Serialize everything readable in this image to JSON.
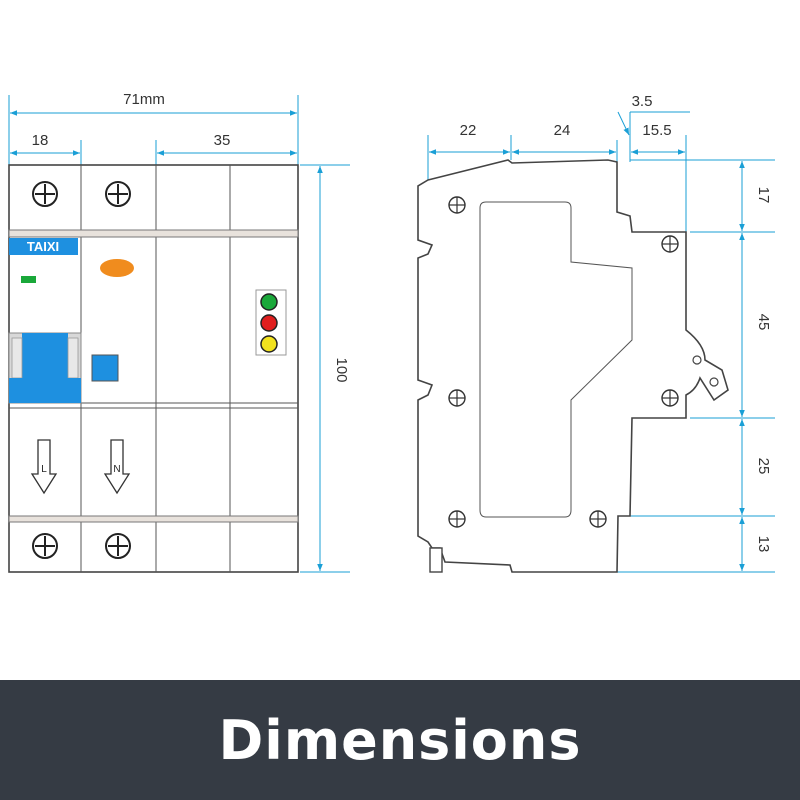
{
  "banner": {
    "title": "Dimensions"
  },
  "brand": {
    "logo_text": "TAIXI"
  },
  "terminals": {
    "line": "L",
    "neutral": "N"
  },
  "front_view": {
    "width_total": "71mm",
    "pole_width": "18",
    "right_width": "35",
    "height": "100"
  },
  "side_view": {
    "width_a": "22",
    "width_b": "24",
    "width_c": "3.5",
    "width_d": "15.5",
    "height_a": "17",
    "height_b": "45",
    "height_c": "25",
    "height_d": "13"
  },
  "colors": {
    "dimension": "#1a9fd6",
    "handle": "#1e90e0",
    "orange_led": "#f08c1e",
    "green_led": "#1aa83a",
    "red_led": "#e01e1e",
    "yellow_led": "#f2e21e",
    "banner_bg": "#353b44"
  }
}
